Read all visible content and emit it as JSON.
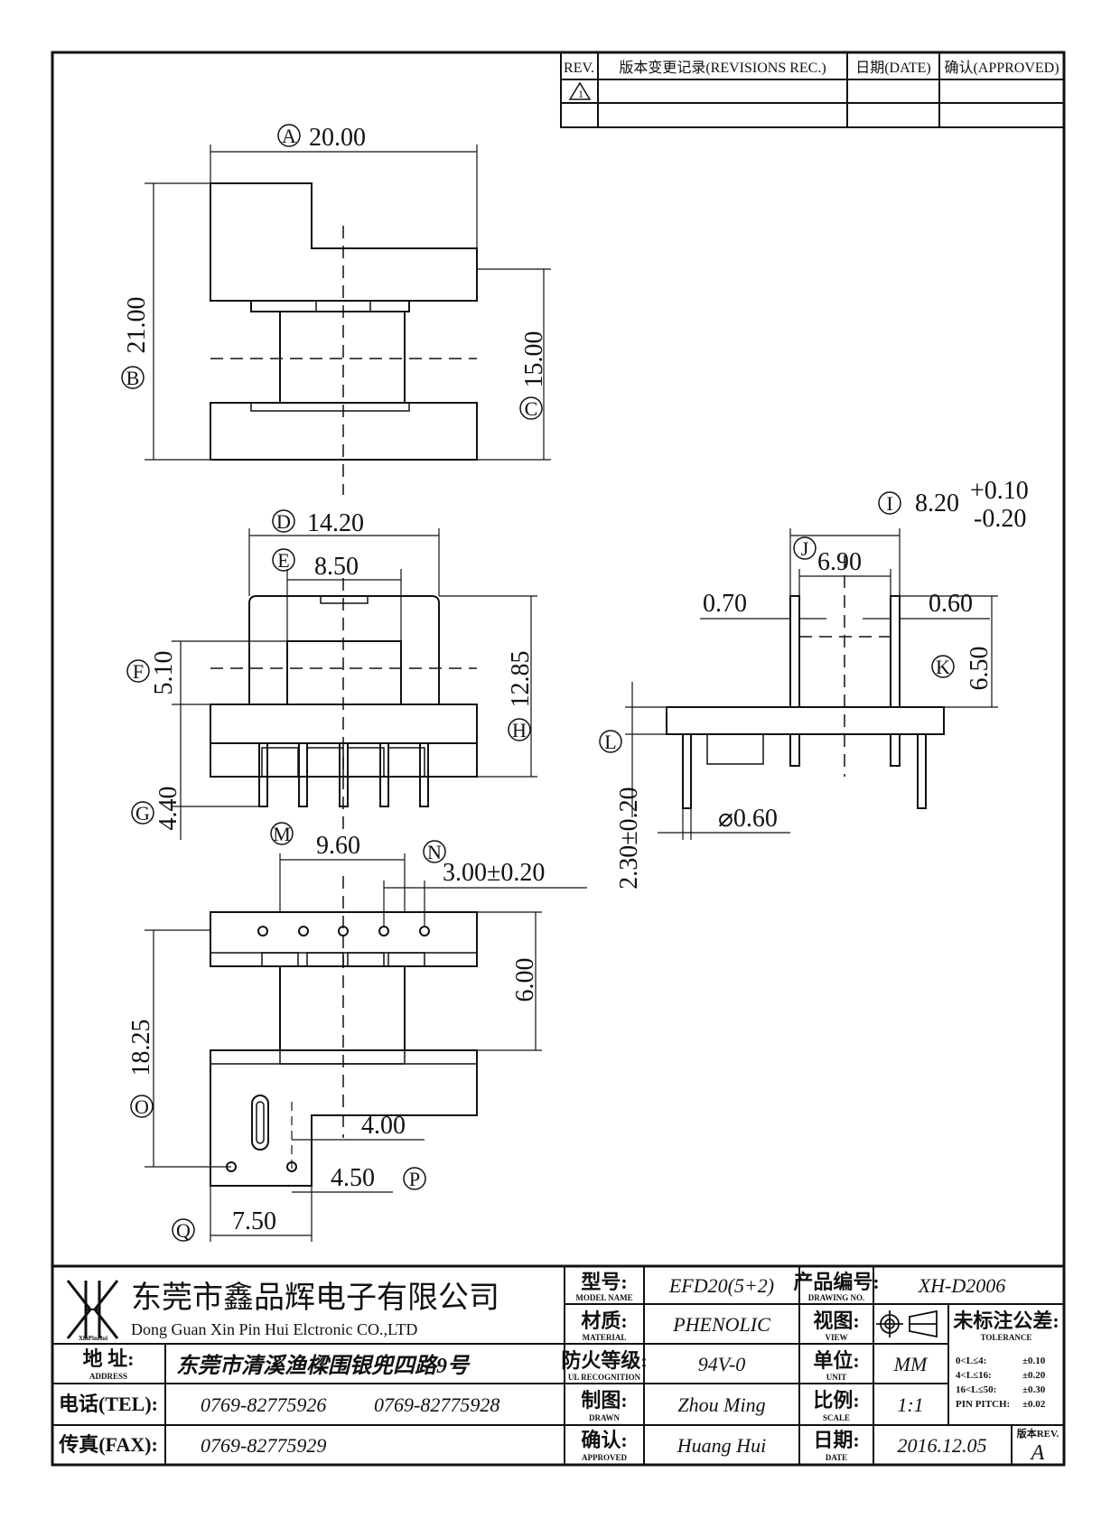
{
  "revision_table": {
    "col_rev": "REV.",
    "col_record": "版本变更记录(REVISIONS REC.)",
    "col_date": "日期(DATE)",
    "col_approved": "确认(APPROVED)",
    "rev_symbol": "1"
  },
  "top_view": {
    "A_label": "A",
    "A_value": "20.00",
    "B_label": "B",
    "B_value": "21.00",
    "C_label": "C",
    "C_value": "15.00"
  },
  "front_view": {
    "D_label": "D",
    "D_value": "14.20",
    "E_label": "E",
    "E_value": "8.50",
    "F_label": "F",
    "F_value": "5.10",
    "G_label": "G",
    "G_value": "4.40",
    "H_label": "H",
    "H_value": "12.85"
  },
  "side_view": {
    "I_label": "I",
    "I_value": "8.20",
    "I_tol_plus": "+0.10",
    "I_tol_minus": "-0.20",
    "J_label": "J",
    "J_value": "6.90",
    "wall_left": "0.70",
    "wall_right": "0.60",
    "K_label": "K",
    "K_value": "6.50",
    "L_label": "L",
    "L_value": "2.30±0.20",
    "pin_dia": "⌀0.60"
  },
  "bottom_view": {
    "M_label": "M",
    "M_value": "9.60",
    "N_label": "N",
    "N_value": "3.00±0.20",
    "width_value": "6.00",
    "O_label": "O",
    "O_value": "18.25",
    "offset_value": "4.00",
    "P_label": "P",
    "P_value": "4.50",
    "Q_label": "Q",
    "Q_value": "7.50"
  },
  "title_block": {
    "logo_text": "XinPinHui",
    "company_cn": "东莞市鑫品辉电子有限公司",
    "company_en": "Dong Guan Xin Pin Hui Elctronic CO.,LTD",
    "address_label": "地 址:",
    "address_sub": "ADDRESS",
    "address_value": "东莞市清溪渔樑围银兜四路9号",
    "tel_label": "电话(TEL):",
    "tel_value_1": "0769-82775926",
    "tel_value_2": "0769-82775928",
    "fax_label": "传真(FAX):",
    "fax_value": "0769-82775929",
    "model_label": "型号:",
    "model_sub": "MODEL NAME",
    "model_value": "EFD20(5+2)",
    "material_label": "材质:",
    "material_sub": "MATERIAL",
    "material_value": "PHENOLIC",
    "ul_label": "防火等级:",
    "ul_sub": "UL RECOGNITION",
    "ul_value": "94V-0",
    "drawn_label": "制图:",
    "drawn_sub": "DRAWN",
    "drawn_value": "Zhou Ming",
    "approved_label": "确认:",
    "approved_sub": "APPROVED",
    "approved_value": "Huang Hui",
    "drawing_no_label": "产品编号:",
    "drawing_no_sub": "DRAWING NO.",
    "drawing_no_value": "XH-D2006",
    "view_label": "视图:",
    "view_sub": "VIEW",
    "unit_label": "单位:",
    "unit_sub": "UNIT",
    "unit_value": "MM",
    "scale_label": "比例:",
    "scale_sub": "SCALE",
    "scale_value": "1:1",
    "date_label": "日期:",
    "date_sub": "DATE",
    "date_value": "2016.12.05",
    "tolerance_label": "未标注公差:",
    "tolerance_sub": "TOLERANCE",
    "tol_rows": [
      {
        "range": "0<L≤4:",
        "value": "±0.10"
      },
      {
        "range": "4<L≤16:",
        "value": "±0.20"
      },
      {
        "range": "16<L≤50:",
        "value": "±0.30"
      },
      {
        "range": "PIN PITCH:",
        "value": "±0.02"
      }
    ],
    "rev_label": "版本REV.",
    "rev_value": "A"
  }
}
